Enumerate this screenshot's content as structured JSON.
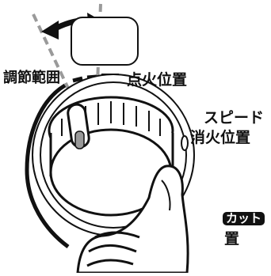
{
  "labels": {
    "adjust_range": "調節範囲",
    "ignition_position": "点火位置",
    "quick_extinguish_line1": "スピード",
    "quick_extinguish_line2": "消火位置",
    "cut_badge": "カット",
    "cut_position": "置"
  },
  "colors": {
    "line": "#111111",
    "dashed_guide": "#9a9a9a",
    "background": "#ffffff",
    "badge_bg": "#111111",
    "badge_text": "#ffffff"
  },
  "icons": {
    "adjust_arrow": "double-headed-arrow",
    "knob": "rotary-dial-knob",
    "hand": "hand-turning-knob"
  }
}
